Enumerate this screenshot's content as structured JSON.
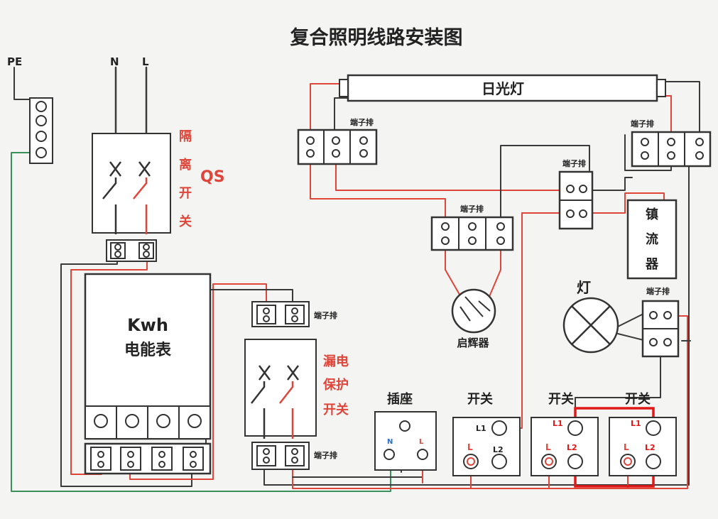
{
  "title": "复合照明线路安装图",
  "labels": {
    "pe": "PE",
    "n": "N",
    "l": "L",
    "isolator": [
      "隔",
      "离",
      "开",
      "关"
    ],
    "qs": "QS",
    "kwh": "Kwh",
    "meter": "电能表",
    "rcd": [
      "漏电",
      "保护",
      "开关"
    ],
    "socket": "插座",
    "socket_n": "N",
    "socket_l": "L",
    "fluorescent": "日光灯",
    "terminal": "端子排",
    "ballast": [
      "镇",
      "流",
      "器"
    ],
    "starter": "启辉器",
    "lamp": "灯",
    "switch": "开关",
    "l1": "L1",
    "l2": "L2",
    "sw_l": "L"
  },
  "colors": {
    "wire_dark": "#3a3a3a",
    "wire_red": "#e0453a",
    "wire_green": "#3a8f5a",
    "highlight": "#e01818"
  }
}
